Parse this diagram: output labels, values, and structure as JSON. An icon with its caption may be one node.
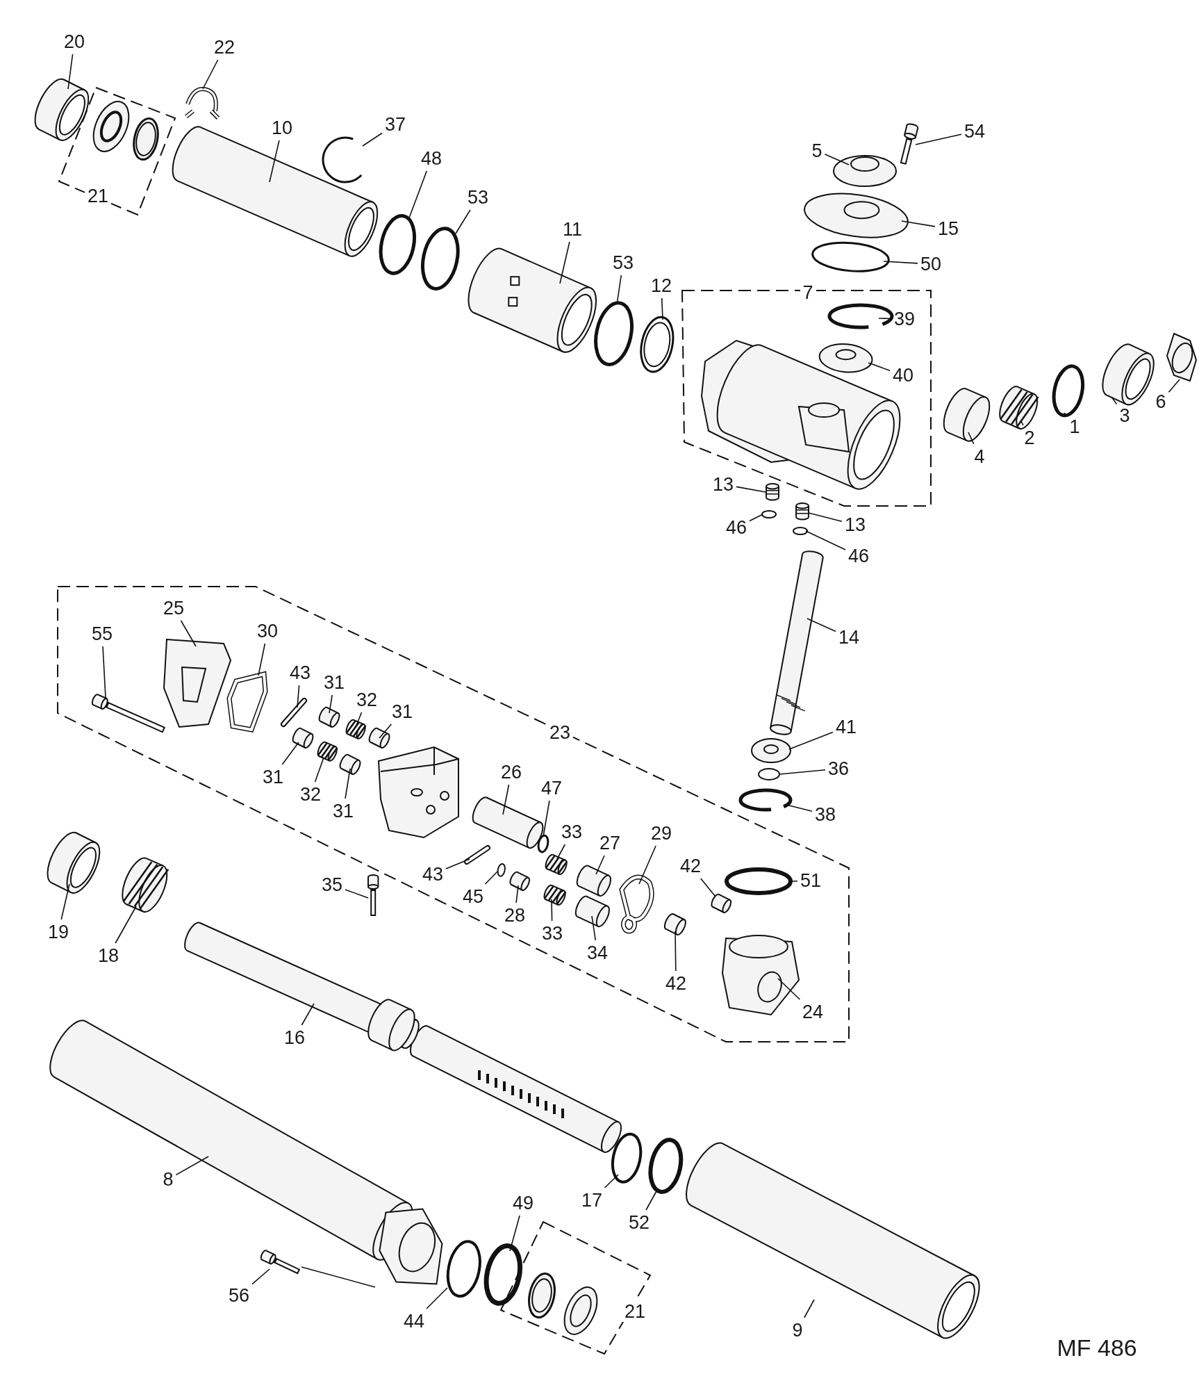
{
  "diagram": {
    "nodes": [
      {
        "text": [
          "20"
        ]
      },
      {
        "text": [
          "22"
        ]
      },
      {
        "text": [
          "21"
        ]
      },
      {
        "text": [
          "10"
        ]
      },
      {
        "text": [
          "37"
        ]
      },
      {
        "text": [
          "48"
        ]
      },
      {
        "text": [
          "53"
        ]
      },
      {
        "text": [
          "11"
        ]
      },
      {
        "text": [
          "54"
        ]
      },
      {
        "text": [
          "5"
        ]
      },
      {
        "text": [
          "15"
        ]
      },
      {
        "text": [
          "50"
        ]
      },
      {
        "text": [
          "53"
        ]
      },
      {
        "text": [
          "12"
        ]
      },
      {
        "text": [
          "7"
        ]
      },
      {
        "text": [
          "39"
        ],
        "in": 14
      },
      {
        "text": [
          "40"
        ],
        "in": 14
      },
      {
        "text": [
          "6"
        ]
      },
      {
        "text": [
          "3"
        ]
      },
      {
        "text": [
          "1"
        ]
      },
      {
        "text": [
          "2"
        ]
      },
      {
        "text": [
          "4"
        ]
      },
      {
        "text": [
          "13"
        ]
      },
      {
        "text": [
          "13"
        ]
      },
      {
        "text": [
          "46"
        ]
      },
      {
        "text": [
          "46"
        ]
      },
      {
        "text": [
          "23"
        ]
      },
      {
        "text": [
          "25"
        ],
        "in": 26
      },
      {
        "text": [
          "55"
        ],
        "in": 26
      },
      {
        "text": [
          "30"
        ],
        "in": 26
      },
      {
        "text": [
          "43"
        ],
        "in": 26
      },
      {
        "text": [
          "31"
        ],
        "in": 26
      },
      {
        "text": [
          "32"
        ],
        "in": 26
      },
      {
        "text": [
          "31"
        ],
        "in": 26
      },
      {
        "text": [
          "31"
        ],
        "in": 26
      },
      {
        "text": [
          "32"
        ],
        "in": 26
      },
      {
        "text": [
          "31"
        ],
        "in": 26
      },
      {
        "text": [
          "26"
        ],
        "in": 26
      },
      {
        "text": [
          "47"
        ],
        "in": 26
      },
      {
        "text": [
          "33"
        ],
        "in": 26
      },
      {
        "text": [
          "27"
        ],
        "in": 26
      },
      {
        "text": [
          "29"
        ],
        "in": 26
      },
      {
        "text": [
          "42"
        ],
        "in": 26
      },
      {
        "text": [
          "51"
        ],
        "in": 26
      },
      {
        "text": [
          "43"
        ],
        "in": 26
      },
      {
        "text": [
          "45"
        ],
        "in": 26
      },
      {
        "text": [
          "28"
        ],
        "in": 26
      },
      {
        "text": [
          "33"
        ],
        "in": 26
      },
      {
        "text": [
          "34"
        ],
        "in": 26
      },
      {
        "text": [
          "42"
        ],
        "in": 26
      },
      {
        "text": [
          "24"
        ],
        "in": 26
      },
      {
        "text": [
          "14"
        ]
      },
      {
        "text": [
          "41"
        ]
      },
      {
        "text": [
          "36"
        ]
      },
      {
        "text": [
          "38"
        ]
      },
      {
        "text": [
          "35"
        ]
      },
      {
        "text": [
          "19"
        ]
      },
      {
        "text": [
          "18"
        ]
      },
      {
        "text": [
          "16"
        ]
      },
      {
        "text": [
          "17"
        ]
      },
      {
        "text": [
          "52"
        ]
      },
      {
        "text": [
          "8"
        ]
      },
      {
        "text": [
          "49"
        ]
      },
      {
        "text": [
          "56"
        ]
      },
      {
        "text": [
          "44"
        ]
      },
      {
        "text": [
          "21"
        ]
      },
      {
        "text": [
          "9"
        ]
      },
      {
        "text": [],
        "shape": "picture"
      },
      {
        "text": [],
        "shape": "picture"
      },
      {
        "text": [],
        "shape": "picture"
      },
      {
        "text": [],
        "shape": "circle"
      },
      {
        "text": [],
        "shape": "circle"
      },
      {
        "text": [],
        "shape": "circle"
      },
      {
        "text": [],
        "shape": "picture"
      },
      {
        "text": [],
        "shape": "picture"
      },
      {
        "text": [],
        "shape": "picture"
      },
      {
        "text": [],
        "shape": "picture"
      },
      {
        "text": [],
        "shape": "circle"
      },
      {
        "text": [],
        "shape": "circle"
      },
      {
        "text": [],
        "shape": "circle"
      },
      {
        "text": [],
        "shape": "circle",
        "in": 14
      },
      {
        "text": [],
        "shape": "picture",
        "in": 14
      },
      {
        "text": [],
        "shape": "picture"
      },
      {
        "text": [],
        "shape": "picture"
      },
      {
        "text": [],
        "shape": "circle"
      },
      {
        "text": [],
        "shape": "picture"
      },
      {
        "text": [],
        "shape": "picture"
      },
      {
        "text": [],
        "shape": "picture"
      },
      {
        "text": [],
        "shape": "picture"
      },
      {
        "text": [],
        "shape": "circle"
      },
      {
        "text": [],
        "shape": "circle"
      },
      {
        "text": [],
        "shape": "picture",
        "in": 26
      },
      {
        "text": [],
        "shape": "picture",
        "in": 26
      },
      {
        "text": [],
        "shape": "picture",
        "in": 26
      },
      {
        "text": [],
        "shape": "picture",
        "in": 26
      },
      {
        "text": [],
        "shape": "picture",
        "in": 26
      },
      {
        "text": [],
        "shape": "picture",
        "in": 26
      },
      {
        "text": [],
        "shape": "picture",
        "in": 26
      },
      {
        "text": [],
        "shape": "picture",
        "in": 26
      },
      {
        "text": [],
        "shape": "picture",
        "in": 26
      },
      {
        "text": [],
        "shape": "picture",
        "in": 26
      },
      {
        "text": [],
        "shape": "picture",
        "in": 26
      },
      {
        "text": [],
        "shape": "circle",
        "in": 26
      },
      {
        "text": [],
        "shape": "picture",
        "in": 26
      },
      {
        "text": [],
        "shape": "picture",
        "in": 26
      },
      {
        "text": [],
        "shape": "picture",
        "in": 26
      },
      {
        "text": [],
        "shape": "picture",
        "in": 26
      },
      {
        "text": [],
        "shape": "circle",
        "in": 26
      },
      {
        "text": [],
        "shape": "picture",
        "in": 26
      },
      {
        "text": [],
        "shape": "circle",
        "in": 26
      },
      {
        "text": [],
        "shape": "picture",
        "in": 26
      },
      {
        "text": [],
        "shape": "picture",
        "in": 26
      },
      {
        "text": [],
        "shape": "picture",
        "in": 26
      },
      {
        "text": [],
        "shape": "picture",
        "in": 26
      },
      {
        "text": [],
        "shape": "picture",
        "in": 26
      },
      {
        "text": [],
        "shape": "picture"
      },
      {
        "text": [],
        "shape": "picture"
      },
      {
        "text": [],
        "shape": "circle"
      },
      {
        "text": [],
        "shape": "circle"
      },
      {
        "text": [],
        "shape": "picture"
      },
      {
        "text": [],
        "shape": "picture"
      },
      {
        "text": [],
        "shape": "picture"
      },
      {
        "text": [],
        "shape": "picture"
      },
      {
        "text": [],
        "shape": "circle"
      },
      {
        "text": [],
        "shape": "circle"
      },
      {
        "text": [],
        "shape": "picture"
      },
      {
        "text": [],
        "shape": "circle"
      },
      {
        "text": [],
        "shape": "picture"
      },
      {
        "text": [],
        "shape": "circle"
      },
      {
        "text": [],
        "shape": "picture"
      }
    ],
    "edges": [
      {
        "from": 0,
        "to": 67,
        "arrow": "none"
      },
      {
        "from": 1,
        "to": 68,
        "arrow": "none"
      },
      {
        "from": 3,
        "to": 69,
        "arrow": "none"
      },
      {
        "from": 4,
        "to": 70,
        "arrow": "none"
      },
      {
        "from": 5,
        "to": 71,
        "arrow": "none"
      },
      {
        "from": 6,
        "to": 72,
        "arrow": "none"
      },
      {
        "from": 7,
        "to": 73,
        "arrow": "none"
      },
      {
        "from": 8,
        "to": 74,
        "arrow": "none"
      },
      {
        "from": 9,
        "to": 75,
        "arrow": "none"
      },
      {
        "from": 10,
        "to": 76,
        "arrow": "none"
      },
      {
        "from": 11,
        "to": 77,
        "arrow": "none"
      },
      {
        "from": 12,
        "to": 78,
        "arrow": "none"
      },
      {
        "from": 13,
        "to": 79,
        "arrow": "none"
      },
      {
        "from": 15,
        "to": 80,
        "arrow": "none"
      },
      {
        "from": 16,
        "to": 81,
        "arrow": "none"
      },
      {
        "from": 17,
        "to": 82,
        "arrow": "none"
      },
      {
        "from": 18,
        "to": 83,
        "arrow": "none"
      },
      {
        "from": 19,
        "to": 84,
        "arrow": "none"
      },
      {
        "from": 20,
        "to": 85,
        "arrow": "none"
      },
      {
        "from": 21,
        "to": 86,
        "arrow": "none"
      },
      {
        "from": 22,
        "to": 87,
        "arrow": "none"
      },
      {
        "from": 23,
        "to": 88,
        "arrow": "none"
      },
      {
        "from": 24,
        "to": 89,
        "arrow": "none"
      },
      {
        "from": 25,
        "to": 90,
        "arrow": "none"
      },
      {
        "from": 27,
        "to": 91,
        "arrow": "none"
      },
      {
        "from": 28,
        "to": 92,
        "arrow": "none"
      },
      {
        "from": 29,
        "to": 93,
        "arrow": "none"
      },
      {
        "from": 30,
        "to": 94,
        "arrow": "none"
      },
      {
        "from": 31,
        "to": 95,
        "arrow": "none"
      },
      {
        "from": 32,
        "to": 96,
        "arrow": "none"
      },
      {
        "from": 33,
        "to": 97,
        "arrow": "none"
      },
      {
        "from": 34,
        "to": 98,
        "arrow": "none"
      },
      {
        "from": 35,
        "to": 99,
        "arrow": "none"
      },
      {
        "from": 36,
        "to": 100,
        "arrow": "none"
      },
      {
        "from": 37,
        "to": 101,
        "arrow": "none"
      },
      {
        "from": 38,
        "to": 102,
        "arrow": "none"
      },
      {
        "from": 39,
        "to": 103,
        "arrow": "none"
      },
      {
        "from": 40,
        "to": 104,
        "arrow": "none"
      },
      {
        "from": 41,
        "to": 105,
        "arrow": "none"
      },
      {
        "from": 42,
        "to": 106,
        "arrow": "none"
      },
      {
        "from": 43,
        "to": 107,
        "arrow": "none"
      },
      {
        "from": 44,
        "to": 108,
        "arrow": "none"
      },
      {
        "from": 45,
        "to": 109,
        "arrow": "none"
      },
      {
        "from": 46,
        "to": 110,
        "arrow": "none"
      },
      {
        "from": 47,
        "to": 111,
        "arrow": "none"
      },
      {
        "from": 48,
        "to": 112,
        "arrow": "none"
      },
      {
        "from": 49,
        "to": 113,
        "arrow": "none"
      },
      {
        "from": 50,
        "to": 114,
        "arrow": "none"
      },
      {
        "from": 51,
        "to": 115,
        "arrow": "none"
      },
      {
        "from": 52,
        "to": 116,
        "arrow": "none"
      },
      {
        "from": 53,
        "to": 117,
        "arrow": "none"
      },
      {
        "from": 54,
        "to": 118,
        "arrow": "none"
      },
      {
        "from": 55,
        "to": 119,
        "arrow": "none"
      },
      {
        "from": 56,
        "to": 120,
        "arrow": "none"
      },
      {
        "from": 57,
        "to": 121,
        "arrow": "none"
      },
      {
        "from": 58,
        "to": 122,
        "arrow": "none"
      },
      {
        "from": 59,
        "to": 123,
        "arrow": "none"
      },
      {
        "from": 60,
        "to": 124,
        "arrow": "none"
      },
      {
        "from": 61,
        "to": 125,
        "arrow": "none"
      },
      {
        "from": 62,
        "to": 126,
        "arrow": "none"
      },
      {
        "from": 63,
        "to": 127,
        "arrow": "none"
      },
      {
        "from": 64,
        "to": 128,
        "arrow": "none"
      },
      {
        "from": 66,
        "to": 129,
        "arrow": "none"
      },
      {
        "from": 127,
        "to": 125,
        "arrow": "none"
      }
    ],
    "labels": [
      "MF 486"
    ]
  }
}
